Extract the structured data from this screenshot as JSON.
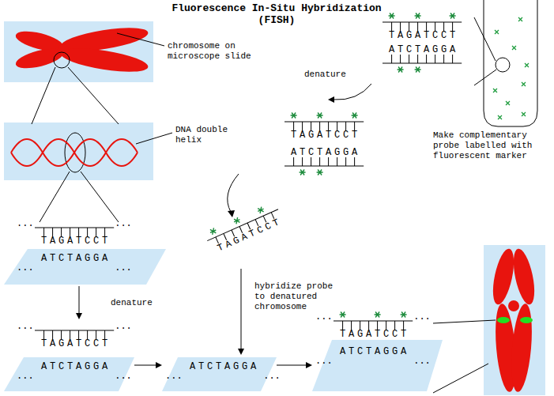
{
  "diagram": {
    "title": "Fluorescence In-Situ Hybridization (FISH)",
    "nodes": [
      {
        "text": [
          "ATCTAGGA"
        ]
      },
      {
        "text": [
          "ATCTAGGA"
        ]
      },
      {
        "text": [
          "ATCTAGGA"
        ]
      },
      {
        "text": [
          "ATCTAGGA"
        ]
      }
    ],
    "edges": [
      {
        "from": 1,
        "to": 2,
        "arrow": "to"
      },
      {
        "from": 2,
        "to": 3,
        "arrow": "to"
      }
    ],
    "labels": [
      "chromosome on microscope slide",
      "DNA double helix",
      "Make complementary probe labelled with fluorescent marker",
      "denature",
      "hybridize probe to denatured chromosome",
      "denature",
      "TAGATCCT",
      "TAGATCCT",
      "ATCTAGGA",
      "TAGATCCT",
      "ATCTAGGA",
      "TAGATCCT",
      "TAGATCCT",
      "TAGATCCT",
      "...",
      "...",
      "...",
      "...",
      "...",
      "...",
      "...",
      "...",
      "...",
      "...",
      "...",
      "...",
      "...",
      "..."
    ]
  }
}
